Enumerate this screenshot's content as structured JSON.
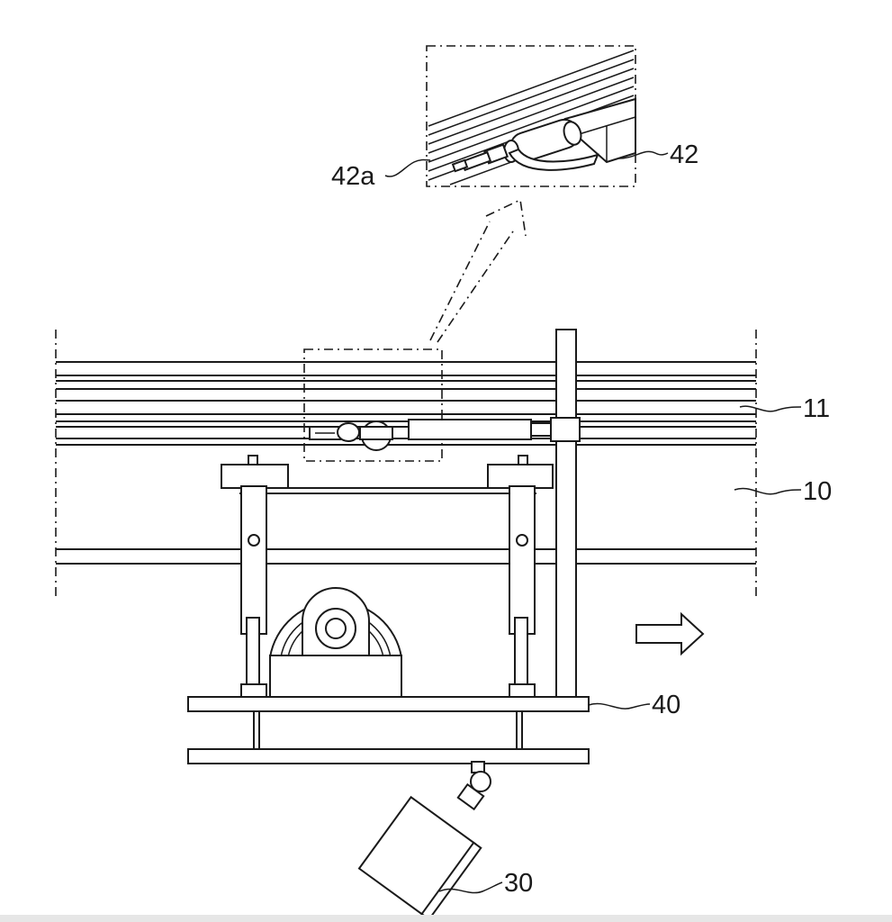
{
  "labels": {
    "ref_42a": "42a",
    "ref_42": "42",
    "ref_11": "11",
    "ref_10": "10",
    "ref_40": "40",
    "ref_30": "30"
  },
  "colors": {
    "line": "#1a1a1a",
    "background": "#ffffff"
  }
}
